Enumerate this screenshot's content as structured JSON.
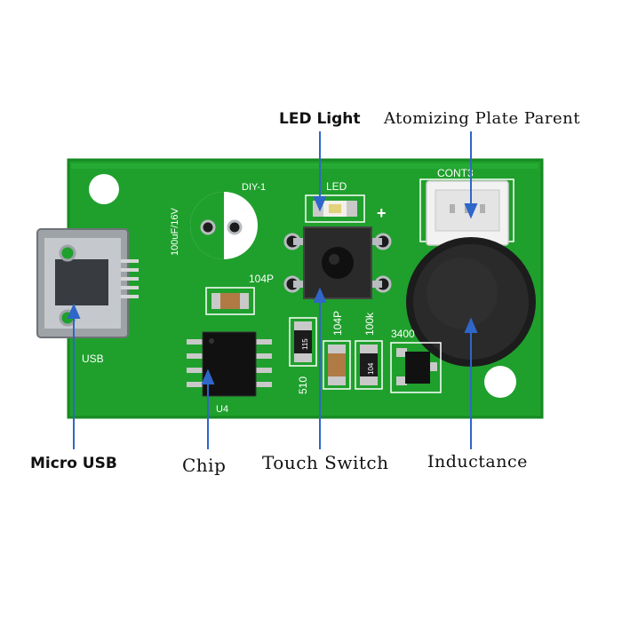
{
  "callouts": {
    "led_light": "LED Light",
    "atomizing_plate_parent": "Atomizing Plate Parent",
    "micro_usb": "Micro USB",
    "chip": "Chip",
    "touch_switch": "Touch Switch",
    "inductance": "Inductance"
  },
  "silkscreen": {
    "cont3": "CONT3",
    "led": "LED",
    "diy1": "DIY-1",
    "capacitor_rating": "100uF/16V",
    "plus": "+",
    "c104p_a": "104P",
    "c104p_b": "104P",
    "r100k": "100k",
    "r3400": "3400",
    "r510": "510",
    "usb": "USB",
    "u4": "U4",
    "r115": "115",
    "r104": "104"
  },
  "colors": {
    "pcb_green": "#1fa02c",
    "pcb_edge": "#168a22",
    "pointer_blue": "#2f66c9",
    "component_black": "#1c1c1c",
    "silver": "#b8bcc0"
  }
}
